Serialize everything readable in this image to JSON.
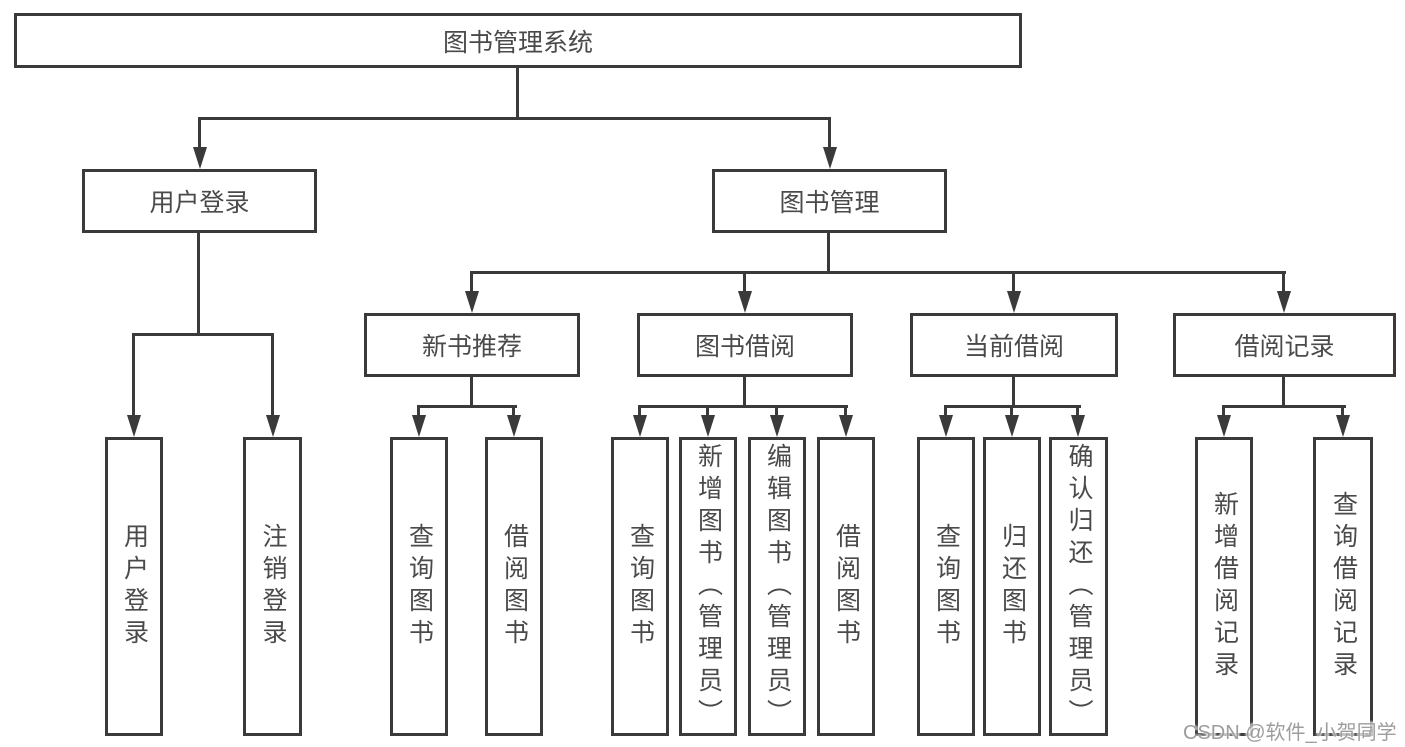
{
  "tree": {
    "root": "图书管理系统",
    "branches": [
      {
        "label": "用户登录",
        "children": [
          "用户登录",
          "注销登录"
        ]
      },
      {
        "label": "图书管理",
        "children": [
          {
            "label": "新书推荐",
            "children": [
              "查询图书",
              "借阅图书"
            ]
          },
          {
            "label": "图书借阅",
            "children": [
              "查询图书",
              "新增图书（管理员）",
              "编辑图书（管理员）",
              "借阅图书"
            ]
          },
          {
            "label": "当前借阅",
            "children": [
              "查询图书",
              "归还图书",
              "确认归还（管理员）"
            ]
          },
          {
            "label": "借阅记录",
            "children": [
              "新增借阅记录",
              "查询借阅记录"
            ]
          }
        ]
      }
    ]
  },
  "watermark": {
    "text": "CSDN @软件_小贺同学"
  },
  "colors": {
    "line": "#3a3a3a",
    "node_text": "#4a4a4a",
    "background": "#ffffff",
    "watermark": "#9d9d9d"
  }
}
